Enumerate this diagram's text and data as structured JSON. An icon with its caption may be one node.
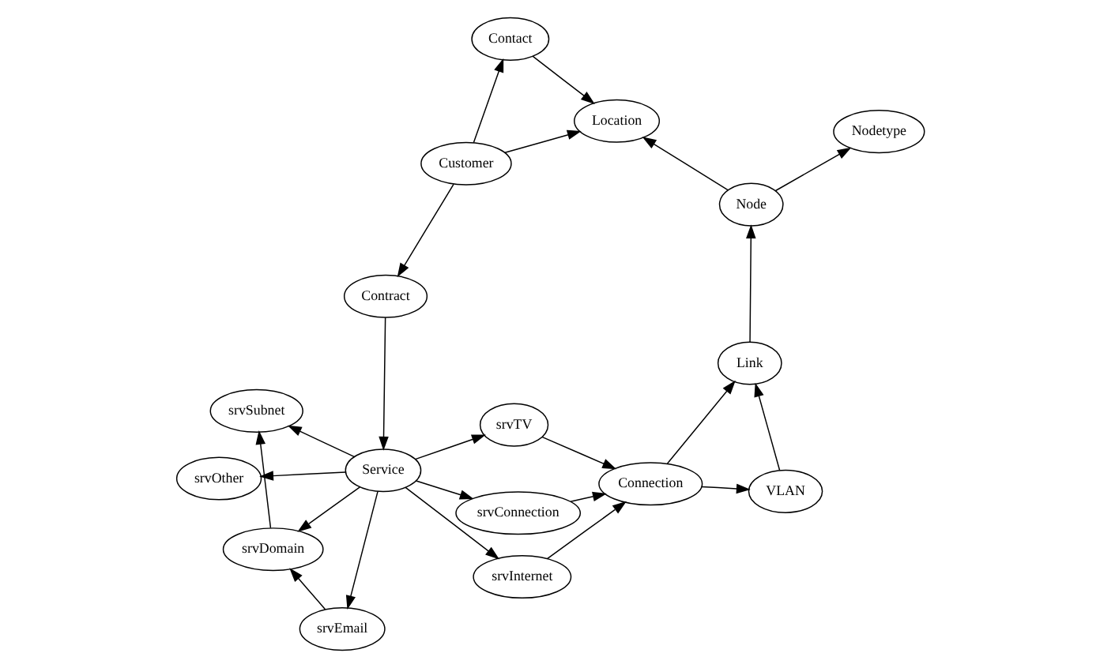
{
  "diagram": {
    "nodes": [
      {
        "text": [
          "Contact"
        ]
      },
      {
        "text": [
          "Customer"
        ]
      },
      {
        "text": [
          "Contract"
        ]
      },
      {
        "text": [
          "Location"
        ]
      },
      {
        "text": [
          "srvSubnet"
        ]
      },
      {
        "text": [
          "srvDomain"
        ]
      },
      {
        "text": [
          "Service"
        ]
      },
      {
        "text": [
          "srvEmail"
        ]
      },
      {
        "text": [
          "srvTV"
        ]
      },
      {
        "text": [
          "Node"
        ]
      },
      {
        "text": [
          "srvInternet"
        ]
      },
      {
        "text": [
          "srvOther"
        ]
      },
      {
        "text": [
          "Nodetype"
        ]
      },
      {
        "text": [
          "Link"
        ]
      },
      {
        "text": [
          "Connection"
        ]
      },
      {
        "text": [
          "srvConnection"
        ]
      },
      {
        "text": [
          "VLAN"
        ]
      }
    ],
    "edges": [
      {
        "from": 1,
        "to": 0,
        "arrow": "to"
      },
      {
        "from": 1,
        "to": 2,
        "arrow": "to"
      },
      {
        "from": 1,
        "to": 3,
        "arrow": "to"
      },
      {
        "from": 0,
        "to": 3,
        "arrow": "to"
      },
      {
        "from": 2,
        "to": 6,
        "arrow": "to"
      },
      {
        "from": 6,
        "to": 4,
        "arrow": "to"
      },
      {
        "from": 6,
        "to": 5,
        "arrow": "to"
      },
      {
        "from": 5,
        "to": 4,
        "arrow": "to"
      },
      {
        "from": 7,
        "to": 5,
        "arrow": "to"
      },
      {
        "from": 6,
        "to": 7,
        "arrow": "to"
      },
      {
        "from": 6,
        "to": 8,
        "arrow": "to"
      },
      {
        "from": 6,
        "to": 10,
        "arrow": "to"
      },
      {
        "from": 6,
        "to": 11,
        "arrow": "to"
      },
      {
        "from": 6,
        "to": 15,
        "arrow": "to"
      },
      {
        "from": 9,
        "to": 3,
        "arrow": "to"
      },
      {
        "from": 9,
        "to": 12,
        "arrow": "to"
      },
      {
        "from": 13,
        "to": 9,
        "arrow": "to"
      },
      {
        "from": 8,
        "to": 14,
        "arrow": "to"
      },
      {
        "from": 10,
        "to": 14,
        "arrow": "to"
      },
      {
        "from": 14,
        "to": 13,
        "arrow": "to"
      },
      {
        "from": 14,
        "to": 16,
        "arrow": "to"
      },
      {
        "from": 16,
        "to": 13,
        "arrow": "to"
      },
      {
        "from": 15,
        "to": 14,
        "arrow": "to"
      }
    ]
  }
}
